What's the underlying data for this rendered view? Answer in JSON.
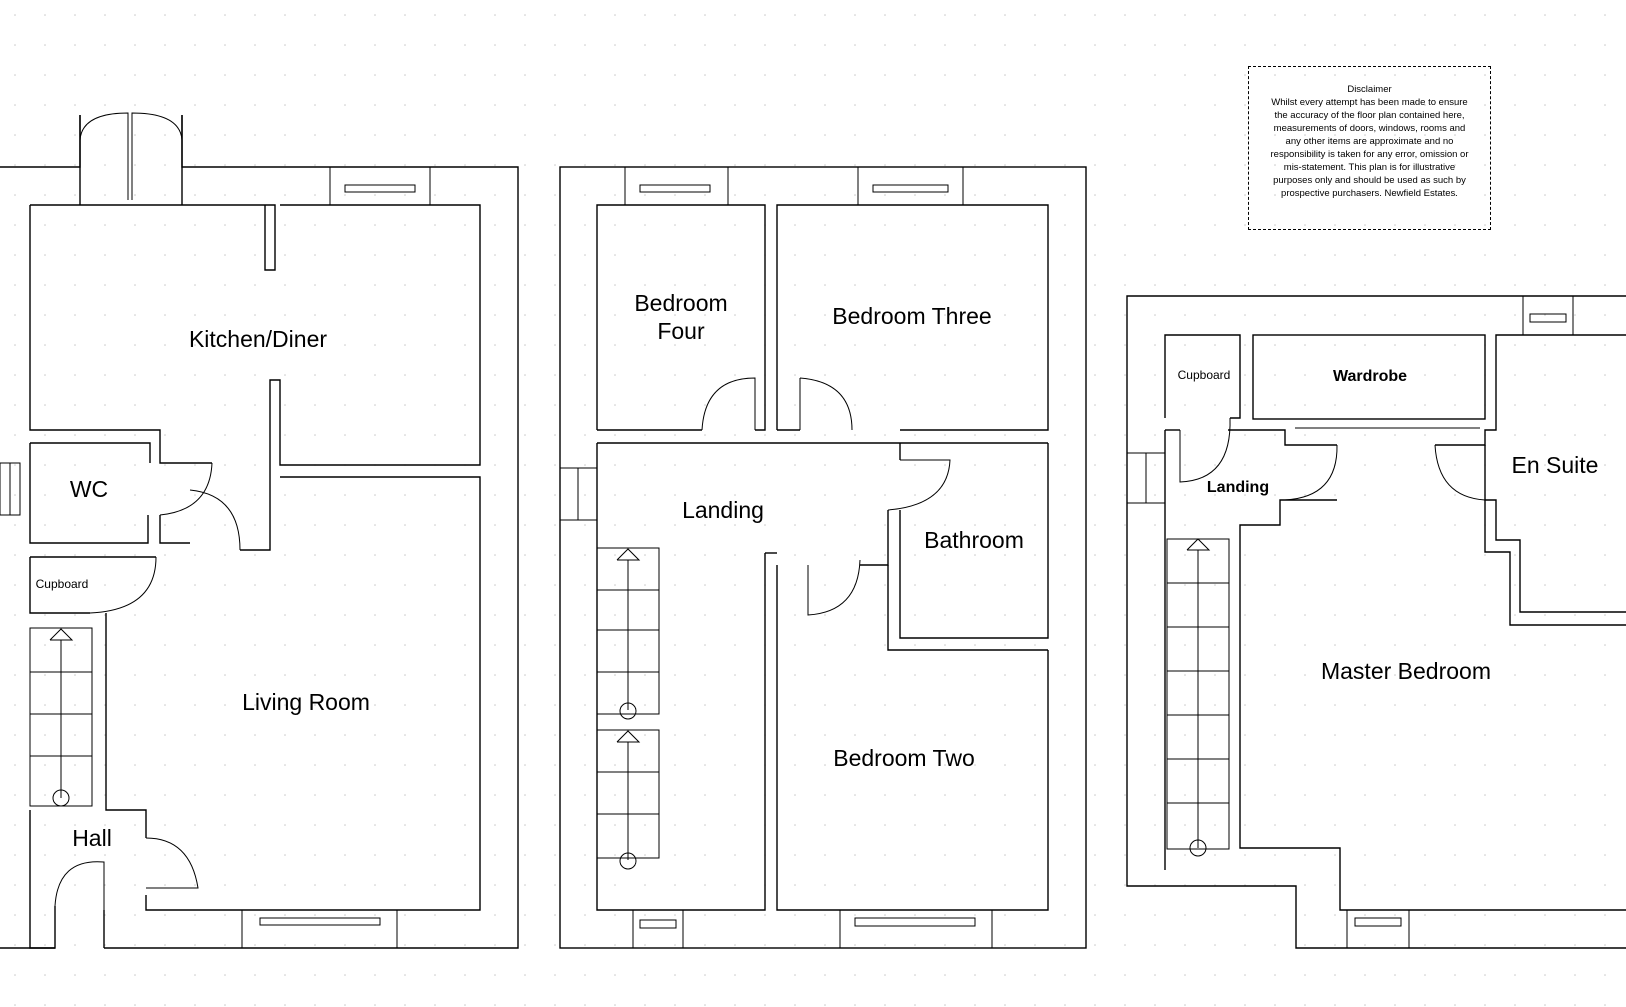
{
  "rooms": {
    "kitchen": "Kitchen/Diner",
    "wc": "WC",
    "cupboard_ground": "Cupboard",
    "living": "Living Room",
    "hall": "Hall",
    "bed4": "Bedroom\nFour",
    "bed3": "Bedroom Three",
    "landing_first": "Landing",
    "bathroom": "Bathroom",
    "bed2": "Bedroom Two",
    "cupboard_top": "Cupboard",
    "wardrobe": "Wardrobe",
    "landing_top": "Landing",
    "ensuite": "En Suite",
    "master": "Master Bedroom"
  },
  "disclaimer": {
    "title": "Disclaimer",
    "body": "Whilst every attempt has been made to ensure the accuracy of the floor plan contained here, measurements of doors, windows, rooms and any other items are approximate and no responsibility is taken for any error, omission or mis-statement. This plan is for illustrative purposes only and should be used as such by prospective purchasers. Newfield Estates."
  }
}
